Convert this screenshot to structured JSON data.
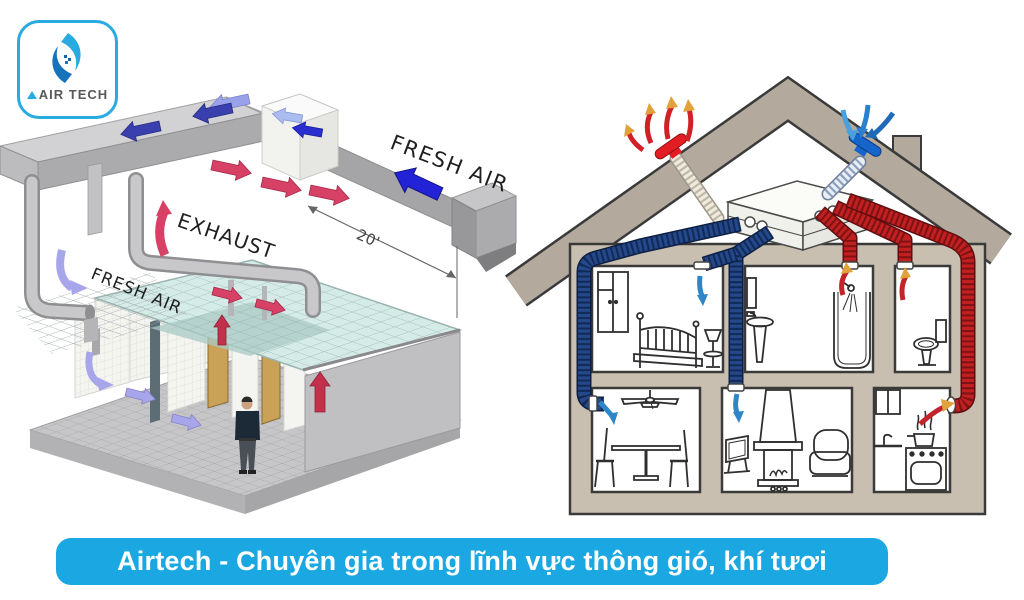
{
  "logo": {
    "brand": "AIR TECH",
    "border_color": "#29abe2",
    "flame_primary": "#29abe2",
    "flame_secondary": "#1573b9",
    "text_color": "#58595b"
  },
  "left_diagram": {
    "labels": {
      "fresh_air_duct": "FRESH AIR",
      "exhaust": "EXHAUST",
      "fresh_air_room": "FRESH AIR",
      "duct_length": "20'"
    },
    "colors": {
      "fresh_air_arrow_dark": "#3a3fae",
      "fresh_air_arrow_bright": "#2222d6",
      "fresh_air_arrow_light": "#99a2e8",
      "exhaust_arrow": "#d84166",
      "room_supply_arrow": "#a8a6ea",
      "duct_gray": "#c2c2c4",
      "ceiling_glass": "#d5ebe7"
    }
  },
  "right_diagram": {
    "rooms": [
      "bedroom",
      "bathroom",
      "toilet",
      "dining-room",
      "living-room",
      "kitchen"
    ],
    "colors": {
      "roof_tan": "#b3aa9d",
      "wall_tan": "#c8bfb1",
      "supply_duct_navy": "#24488a",
      "exhaust_duct_red": "#c0201f",
      "roof_exhaust_cap": "#e21d24",
      "roof_intake_cap": "#1565cc",
      "room_supply_arrow": "#2e86c9",
      "room_exhaust_arrow": "#c2242a",
      "arrow_head_orange": "#e2a23b"
    }
  },
  "banner": {
    "text": "Airtech - Chuyên gia trong lĩnh vực thông gió, khí tươi",
    "bg_color": "#1ba8e2",
    "text_color": "#ffffff"
  }
}
